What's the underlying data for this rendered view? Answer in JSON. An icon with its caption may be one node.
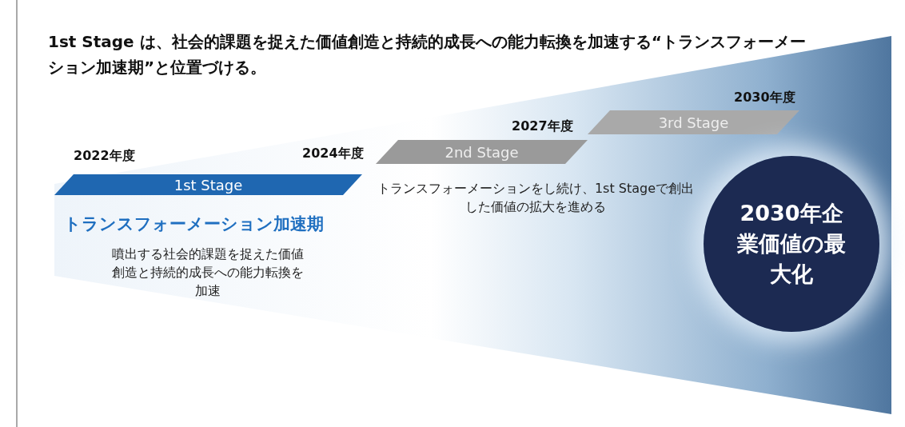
{
  "diagram": {
    "title": "1st Stage は、社会的課題を捉えた価値創造と持続的成長への能力転換を加速する“トランスフォーメーション加速期”と位置づける。",
    "nodes": [
      {
        "text": [
          "1st Stage"
        ],
        "beside": [
          "2022年度"
        ]
      },
      {
        "text": [
          "2nd Stage"
        ],
        "beside": [
          "2024年度"
        ]
      },
      {
        "text": [
          "3rd Stage"
        ],
        "beside": [
          "2027年度",
          "2030年度"
        ]
      },
      {
        "text": [
          "2030年企業価値の最大化"
        ]
      }
    ],
    "edges": [],
    "labels": [
      "トランスフォーメーション加速期",
      "噴出する社会的課題を捉えた価値創造と持続的成長への能力転換を加速",
      "トランスフォーメーションをし続け、1st Stageで創出した価値の拡大を進める"
    ]
  }
}
